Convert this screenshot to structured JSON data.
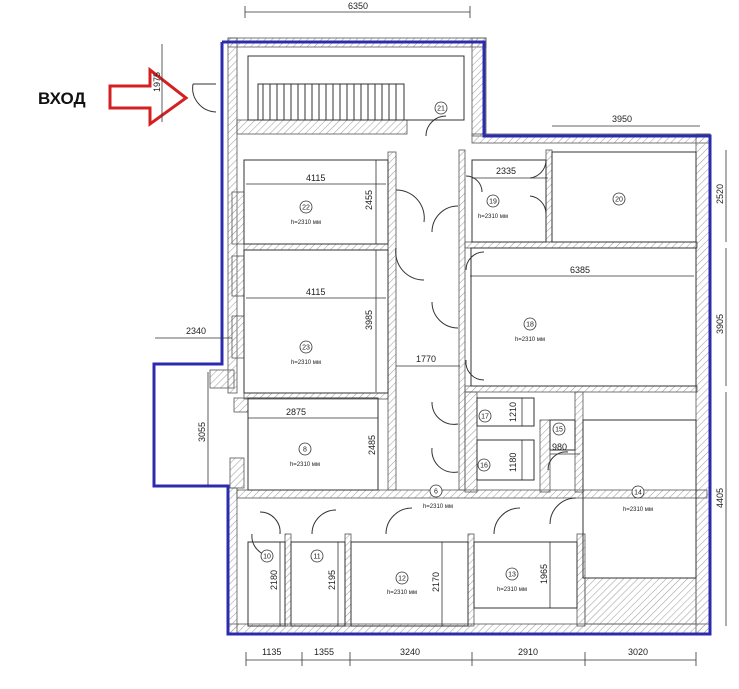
{
  "entrance_label": "ВХОД",
  "height_note": "h=2310 мм",
  "dimensions": {
    "top_width": "6350",
    "entrance_width": "1975",
    "block_3950": "3950",
    "w_2335": "2335",
    "r22_width": "4115",
    "r22_height": "2455",
    "r23_width": "4115",
    "r23_height": "3985",
    "r18_width": "6385",
    "w_2340": "2340",
    "corridor_1770": "1770",
    "r8_width": "2875",
    "r8_height": "2485",
    "w_3055": "3055",
    "r17_1210": "1210",
    "r16_1180": "1180",
    "r15_980": "980",
    "r10_2180": "2180",
    "r11_2195": "2195",
    "r12_2170": "2170",
    "r13_1965": "1965",
    "r20_2520": "2520",
    "r18_3905": "3905",
    "r14_4405": "4405",
    "bottom_1135": "1135",
    "bottom_1355": "1355",
    "bottom_3240": "3240",
    "bottom_2910": "2910",
    "bottom_3020": "3020"
  },
  "rooms": {
    "r6": "6",
    "r8": "8",
    "r10": "10",
    "r11": "11",
    "r12": "12",
    "r13": "13",
    "r14": "14",
    "r15": "15",
    "r16": "16",
    "r17": "17",
    "r18": "18",
    "r19": "19",
    "r20": "20",
    "r21": "21",
    "r22": "22",
    "r23": "23"
  },
  "colors": {
    "outline": "#2b2bb0",
    "arrow": "#d42020",
    "wall": "#555555",
    "hatch": "#9a9a9a"
  }
}
